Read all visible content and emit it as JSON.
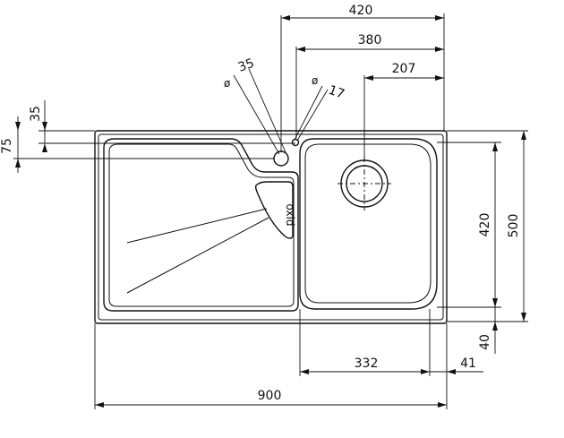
{
  "dimensions": {
    "top": [
      "420",
      "380",
      "207"
    ],
    "left": [
      "35",
      "75"
    ],
    "right": [
      "420",
      "500"
    ],
    "bottom": [
      "332",
      "41",
      "40",
      "900"
    ],
    "diameters": {
      "large_symbol": "ø",
      "large_value": "35",
      "small_symbol": "ø",
      "small_value": "17"
    }
  },
  "logo_text": "oxid"
}
